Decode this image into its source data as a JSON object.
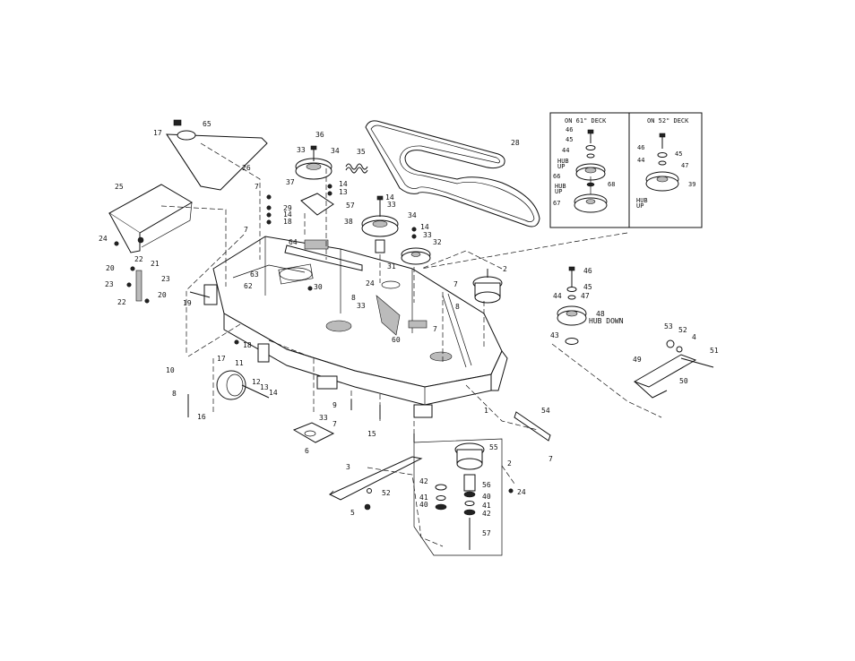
{
  "insets": {
    "deck_61": {
      "title": "ON 61\" DECK",
      "hub_up_1": "HUB",
      "hub_up_1b": "UP",
      "hub_up_2": "HUB",
      "hub_up_2b": "UP"
    },
    "deck_52": {
      "title": "ON 52\" DECK",
      "hub_up": "HUB",
      "hub_up_b": "UP"
    }
  },
  "hub_down": "HUB DOWN",
  "callouts": {
    "p1": "1",
    "p2a": "2",
    "p2b": "2",
    "p3": "3",
    "p4": "4",
    "p5": "5",
    "p6": "6",
    "p7a": "7",
    "p7b": "7",
    "p7c": "7",
    "p7d": "7",
    "p7e": "7",
    "p7f": "7",
    "p8a": "8",
    "p8b": "8",
    "p8c": "8",
    "p9": "9",
    "p10": "10",
    "p11": "11",
    "p12": "12",
    "p13a": "13",
    "p13b": "13",
    "p14a": "14",
    "p14b": "14",
    "p14c": "14",
    "p14d": "14",
    "p14e": "14",
    "p15": "15",
    "p16": "16",
    "p17a": "17",
    "p17b": "17",
    "p18a": "18",
    "p18b": "18",
    "p19": "19",
    "p20a": "20",
    "p20b": "20",
    "p21": "21",
    "p22a": "22",
    "p22b": "22",
    "p23a": "23",
    "p23b": "23",
    "p24a": "24",
    "p24b": "24",
    "p24c": "24",
    "p25": "25",
    "p26": "26",
    "p28": "28",
    "p29": "29",
    "p30": "30",
    "p31": "31",
    "p32": "32",
    "p33a": "33",
    "p33b": "33",
    "p33c": "33",
    "p33d": "33",
    "p33e": "33",
    "p34a": "34",
    "p34b": "34",
    "p35": "35",
    "p36": "36",
    "p37": "37",
    "p38": "38",
    "p39": "39",
    "p40a": "40",
    "p40b": "40",
    "p41a": "41",
    "p41b": "41",
    "p42a": "42",
    "p42b": "42",
    "p43": "43",
    "p44a": "44",
    "p44b": "44",
    "p44c": "44",
    "p45a": "45",
    "p45b": "45",
    "p45c": "45",
    "p46a": "46",
    "p46b": "46",
    "p46c": "46",
    "p47a": "47",
    "p47b": "47",
    "p48": "48",
    "p49": "49",
    "p50": "50",
    "p51": "51",
    "p52a": "52",
    "p52b": "52",
    "p53": "53",
    "p54": "54",
    "p55": "55",
    "p56": "56",
    "p57a": "57",
    "p57b": "57",
    "p60": "60",
    "p62": "62",
    "p63": "63",
    "p64": "64",
    "p65": "65",
    "p66": "66",
    "p67": "67",
    "p68": "68"
  }
}
